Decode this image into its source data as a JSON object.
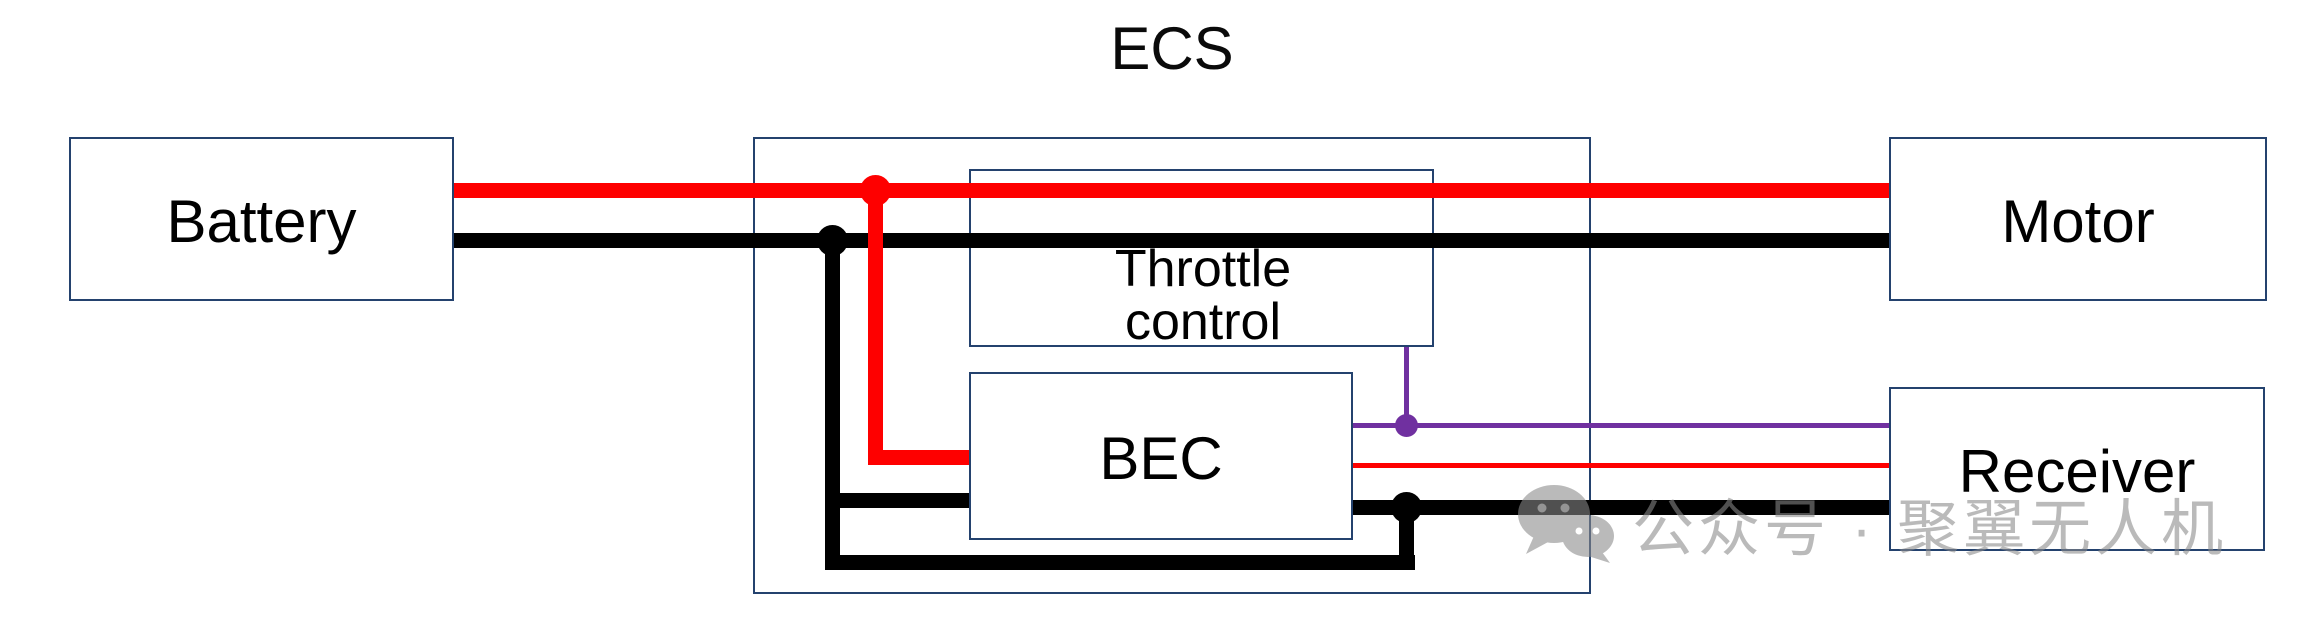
{
  "title": "ECS",
  "nodes": {
    "battery": {
      "label": "Battery"
    },
    "motor": {
      "label": "Motor"
    },
    "receiver": {
      "label": "Receiver"
    },
    "throttle": {
      "label": "Throttle control"
    },
    "bec": {
      "label": "BEC"
    },
    "ecs": {
      "label": "ECS"
    }
  },
  "connections": [
    {
      "from": "battery",
      "to": "motor",
      "type": "power",
      "color": "#fe0000",
      "thickness": "thick"
    },
    {
      "from": "battery",
      "to": "motor",
      "type": "ground",
      "color": "#000000",
      "thickness": "thick"
    },
    {
      "from": "battery",
      "to": "bec",
      "type": "power",
      "color": "#fe0000",
      "thickness": "thick"
    },
    {
      "from": "battery",
      "to": "bec",
      "type": "ground",
      "color": "#000000",
      "thickness": "thick"
    },
    {
      "from": "throttle",
      "to": "receiver",
      "type": "signal",
      "color": "#7030a0",
      "thickness": "thin"
    },
    {
      "from": "bec",
      "to": "receiver",
      "type": "power",
      "color": "#fe0000",
      "thickness": "thin"
    },
    {
      "from": "bec",
      "to": "receiver",
      "type": "ground",
      "color": "#000000",
      "thickness": "thick"
    }
  ],
  "colors": {
    "power_wire": "#fe0000",
    "ground_wire": "#000000",
    "signal_wire": "#7030a0",
    "box_border": "#24426e",
    "text": "#000000",
    "watermark": "#8a8a8a"
  },
  "watermark": {
    "icon": "wechat-icon",
    "text": "公众号 · 聚翼无人机"
  }
}
